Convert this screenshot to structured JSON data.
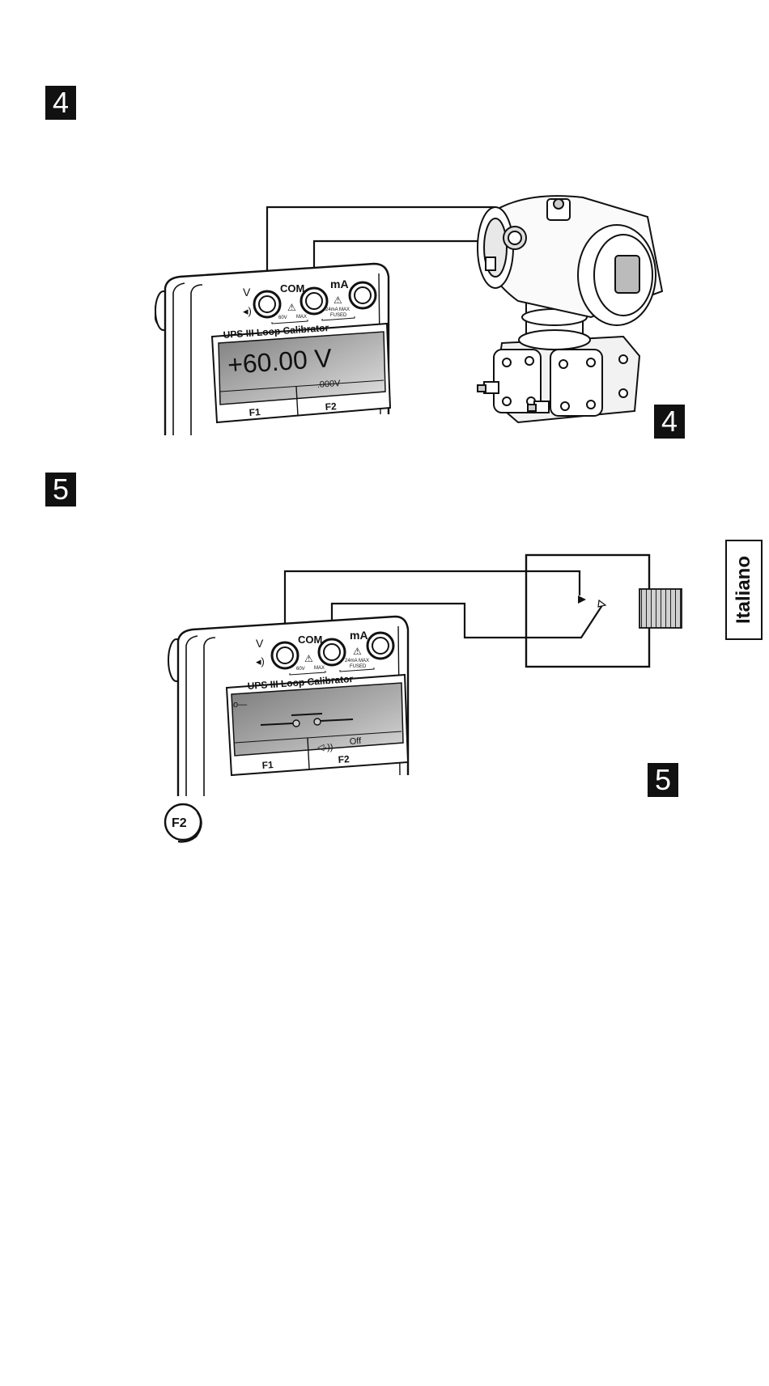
{
  "steps": {
    "top_left": "4",
    "top_figure": "4",
    "bottom_left": "5",
    "bottom_figure": "5"
  },
  "language_tab": "Italiano",
  "calibrator_top": {
    "jack_v": "V",
    "jack_com": "COM",
    "jack_ma": "mA",
    "limit_v": "60V",
    "limit_v_max": "MAX",
    "limit_ma": "24mA MAX",
    "limit_ma_fused": "FUSED",
    "brand": "UPS III  Loop Calibrator",
    "main_reading": "+60.00 V",
    "secondary_reading": ".000V",
    "softkey_f1": "F1",
    "softkey_f2": "F2"
  },
  "calibrator_bottom": {
    "jack_v": "V",
    "jack_com": "COM",
    "jack_ma": "mA",
    "limit_v": "60V",
    "limit_v_max": "MAX",
    "limit_ma": "24mA MAX",
    "limit_ma_fused": "FUSED",
    "brand": "UPS III  Loop Calibrator",
    "f2_status": "Off",
    "softkey_f1": "F1",
    "softkey_f2": "F2"
  },
  "key_callout": "F2",
  "colors": {
    "ink": "#111111",
    "lcd_dark": "#8a8a8a",
    "lcd_light": "#d6d6d6",
    "badge_bg": "#111111",
    "badge_text": "#ffffff"
  },
  "icons": [
    "speaker-icon",
    "warning-icon",
    "key-icon",
    "beeper-icon"
  ]
}
